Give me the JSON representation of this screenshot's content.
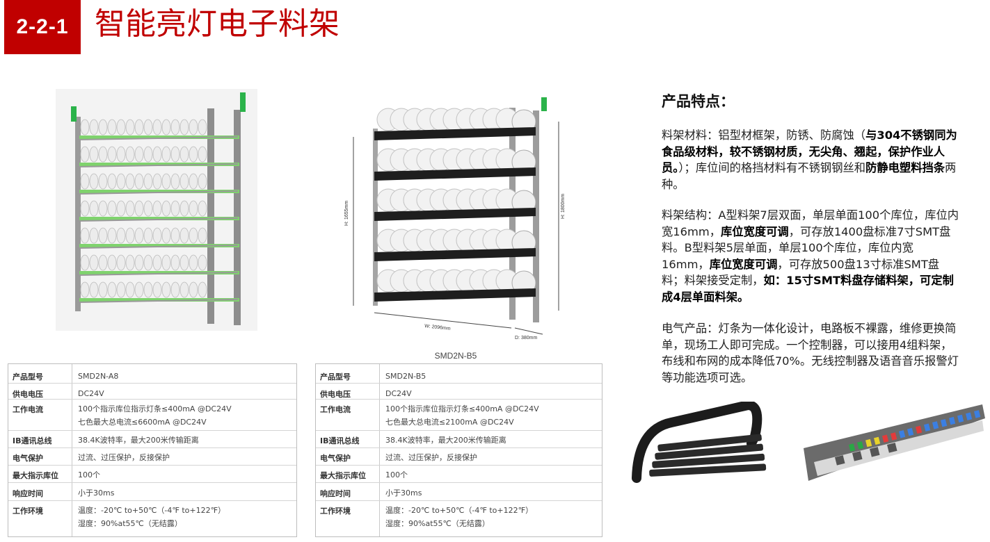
{
  "header": {
    "badge": "2-2-1",
    "title": "智能亮灯电子料架"
  },
  "rack2": {
    "caption": "SMD2N-B5",
    "dim_width": "W: 2096mm",
    "dim_depth": "D: 380mm",
    "dim_h_left": "H: 1655mm",
    "dim_h_right": "H: 1800mm"
  },
  "spec_a": {
    "rows": [
      {
        "label": "产品型号",
        "value": "SMD2N-A8",
        "value2": ""
      },
      {
        "label": "供电电压",
        "value": "DC24V",
        "value2": ""
      },
      {
        "label": "工作电流",
        "value": "100个指示库位指示灯条≤400mA @DC24V",
        "value2": "七色最大总电流≤6600mA @DC24V"
      },
      {
        "label": "IB通讯总线",
        "value": "38.4K波特率，最大200米传输距离",
        "value2": ""
      },
      {
        "label": "电气保护",
        "value": "过流、过压保护，反接保护",
        "value2": ""
      },
      {
        "label": "最大指示库位",
        "value": "100个",
        "value2": ""
      },
      {
        "label": "响应时间",
        "value": "小于30ms",
        "value2": ""
      },
      {
        "label": "工作环境",
        "value": "温度：-20℃ to+50℃（-4℉ to+122℉）",
        "value2": "湿度：90%at55℃（无结露）"
      }
    ]
  },
  "spec_b": {
    "rows": [
      {
        "label": "产品型号",
        "value": "SMD2N-B5",
        "value2": ""
      },
      {
        "label": "供电电压",
        "value": "DC24V",
        "value2": ""
      },
      {
        "label": "工作电流",
        "value": "100个指示库位指示灯条≤400mA @DC24V",
        "value2": "七色最大总电流≤2100mA @DC24V"
      },
      {
        "label": "IB通讯总线",
        "value": "38.4K波特率，最大200米传输距离",
        "value2": ""
      },
      {
        "label": "电气保护",
        "value": "过流、过压保护，反接保护",
        "value2": ""
      },
      {
        "label": "最大指示库位",
        "value": "100个",
        "value2": ""
      },
      {
        "label": "响应时间",
        "value": "小于30ms",
        "value2": ""
      },
      {
        "label": "工作环境",
        "value": "温度：-20℃ to+50℃（-4℉ to+122℉）",
        "value2": "湿度：90%at55℃（无结露）"
      }
    ]
  },
  "features": {
    "title": "产品特点：",
    "p1": [
      {
        "t": "料架材料：铝型材框架，防锈、防腐蚀（",
        "b": false
      },
      {
        "t": "与304不锈钢同为食品级材料，较不锈钢材质，无尖角、翘起，保护作业人员。",
        "b": true
      },
      {
        "t": "）；库位间的格挡材料有不锈钢钢丝和",
        "b": false
      },
      {
        "t": "防静电塑料挡条",
        "b": true
      },
      {
        "t": "两种。",
        "b": false
      }
    ],
    "p2": [
      {
        "t": "料架结构：A型料架7层双面，单层单面100个库位，库位内宽16mm，",
        "b": false
      },
      {
        "t": "库位宽度可调",
        "b": true
      },
      {
        "t": "，可存放1400盘标准7寸SMT盘料。B型料架5层单面，单层100个库位，库位内宽16mm，",
        "b": false
      },
      {
        "t": "库位宽度可调",
        "b": true
      },
      {
        "t": "，可存放500盘13寸标准SMT盘料；料架接受定制，",
        "b": false
      },
      {
        "t": "如：15寸SMT料盘存储料架，可定制成4层单面料架。",
        "b": true
      }
    ],
    "p3": [
      {
        "t": "电气产品：灯条为一体化设计，电路板不裸露，维修更换简单，现场工人即可完成。一个控制器，可以接用4组料架，布线和布网的成本降低70%。无线控制器及语音音乐报警灯等功能选项可选。",
        "b": false
      }
    ]
  }
}
